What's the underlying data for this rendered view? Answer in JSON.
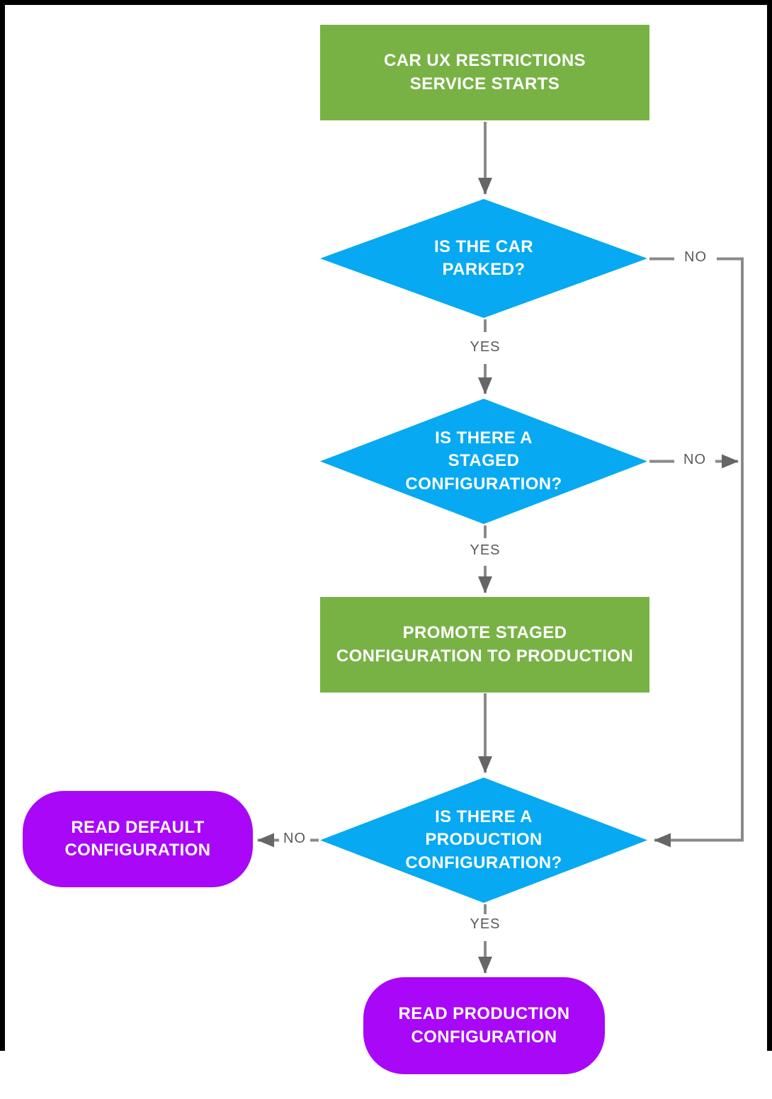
{
  "colors": {
    "background": "#FFFFFF",
    "frame": "#000000",
    "process-fill": "#78B245",
    "decision-fill": "#06A9F2",
    "terminal-fill": "#A807F8",
    "connector": "#8A8A8A",
    "arrow": "#666666",
    "edge-label": "#595959",
    "node-text": "#FFFFFF"
  },
  "nodes": {
    "start": {
      "shape": "rectangle",
      "text": "CAR UX RESTRICTIONS\nSERVICE STARTS"
    },
    "car_parked": {
      "shape": "diamond",
      "text": "IS THE CAR\nPARKED?"
    },
    "staged_config": {
      "shape": "diamond",
      "text": "IS THERE A\nSTAGED\nCONFIGURATION?"
    },
    "promote": {
      "shape": "rectangle",
      "text": "PROMOTE STAGED\nCONFIGURATION TO PRODUCTION"
    },
    "production_config": {
      "shape": "diamond",
      "text": "IS THERE A\nPRODUCTION\nCONFIGURATION?"
    },
    "read_default": {
      "shape": "rounded",
      "text": "READ DEFAULT\nCONFIGURATION"
    },
    "read_production": {
      "shape": "rounded",
      "text": "READ PRODUCTION\nCONFIGURATION"
    }
  },
  "edge_labels": {
    "car_parked_no": "NO",
    "car_parked_yes": "YES",
    "staged_no": "NO",
    "staged_yes": "YES",
    "production_no": "NO",
    "production_yes": "YES"
  }
}
